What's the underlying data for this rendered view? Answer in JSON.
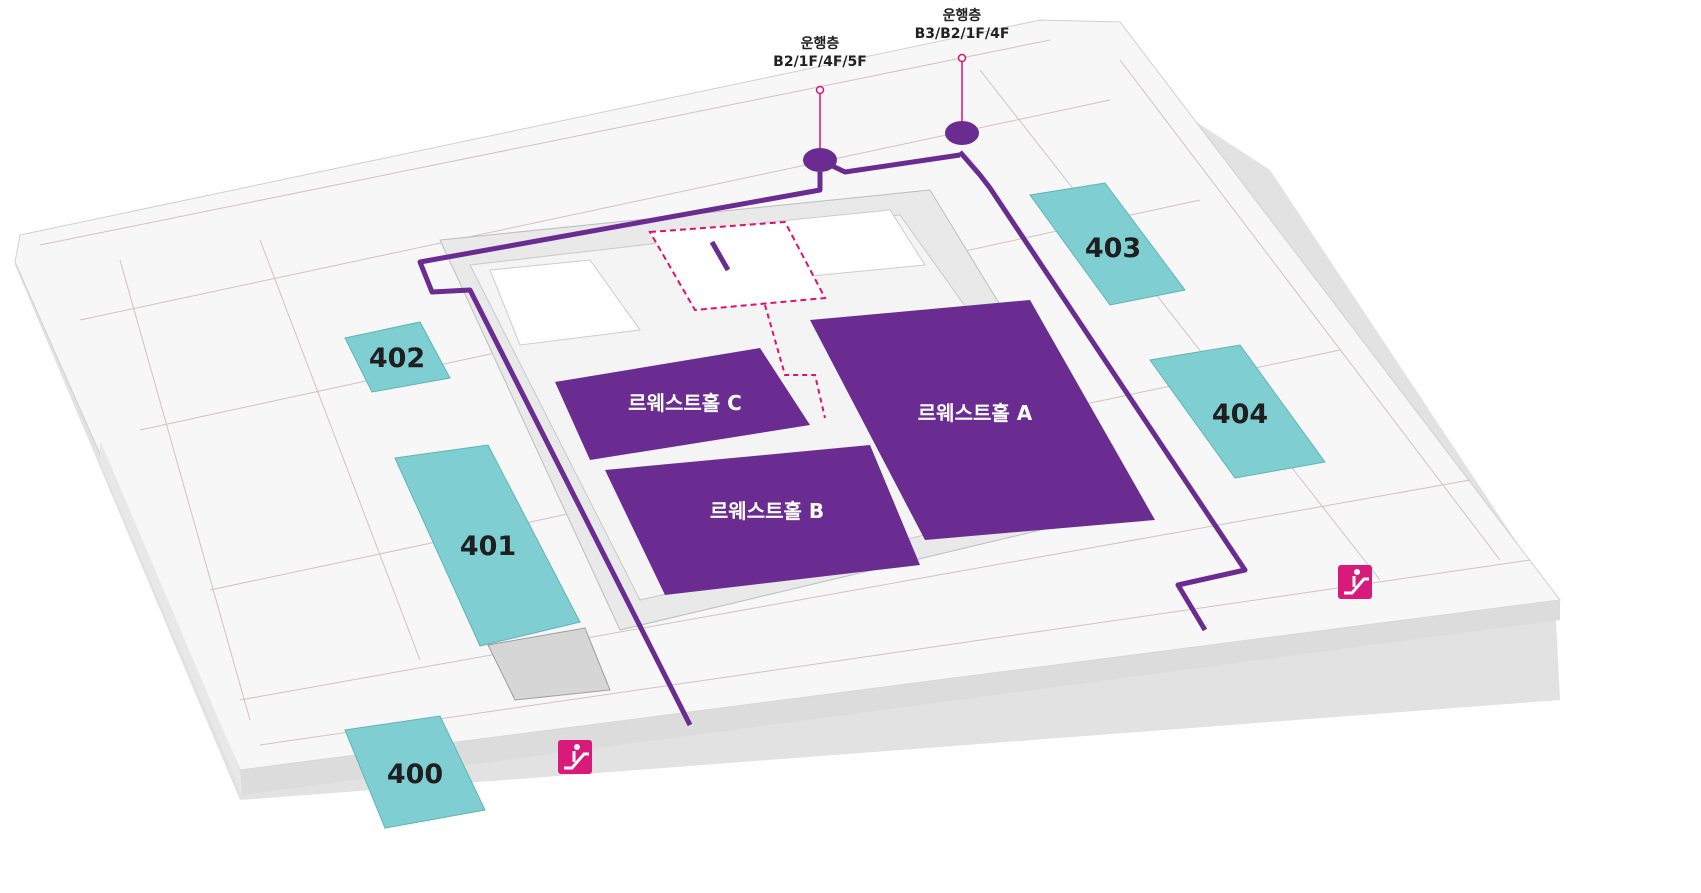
{
  "colors": {
    "hall": "#6a2c91",
    "room": "#7fcfd2",
    "route": "#6a2c91",
    "escalator": "#d81b7a",
    "floor": "#f6f6f6",
    "dashed_area": "#e0116d"
  },
  "halls": [
    {
      "id": "A",
      "label": "르웨스트홀 A"
    },
    {
      "id": "B",
      "label": "르웨스트홀 B"
    },
    {
      "id": "C",
      "label": "르웨스트홀 C"
    }
  ],
  "rooms": [
    {
      "id": "400",
      "label": "400"
    },
    {
      "id": "401",
      "label": "401"
    },
    {
      "id": "402",
      "label": "402"
    },
    {
      "id": "403",
      "label": "403"
    },
    {
      "id": "404",
      "label": "404"
    }
  ],
  "elevators": [
    {
      "id": "left",
      "title": "운행층",
      "floors": "B2/1F/4F/5F"
    },
    {
      "id": "right",
      "title": "운행층",
      "floors": "B3/B2/1F/4F"
    }
  ],
  "escalators": [
    {
      "id": "left",
      "icon": "escalator-icon"
    },
    {
      "id": "right",
      "icon": "escalator-icon"
    }
  ]
}
